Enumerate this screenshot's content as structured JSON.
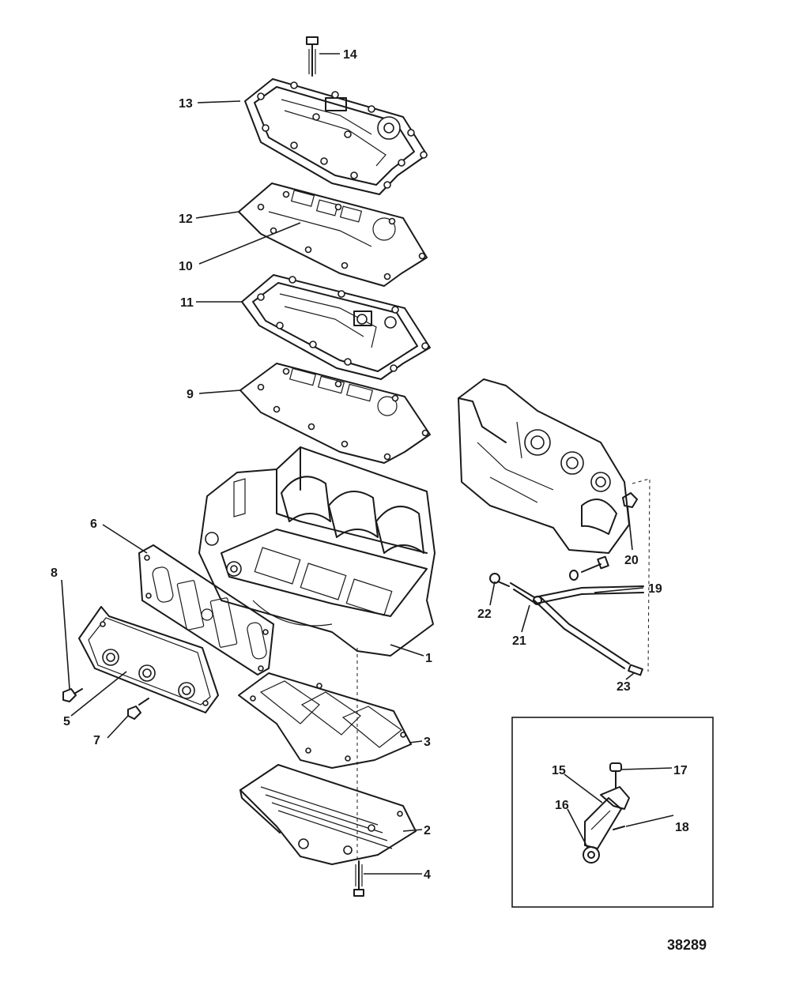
{
  "callouts": {
    "c1": "1",
    "c2": "2",
    "c3": "3",
    "c4": "4",
    "c5": "5",
    "c6": "6",
    "c7": "7",
    "c8": "8",
    "c9": "9",
    "c10": "10",
    "c11": "11",
    "c12": "12",
    "c13": "13",
    "c14": "14",
    "c15": "15",
    "c16": "16",
    "c17": "17",
    "c18": "18",
    "c19": "19",
    "c20": "20",
    "c21": "21",
    "c22": "22",
    "c23": "23"
  },
  "reference_number": "38289"
}
